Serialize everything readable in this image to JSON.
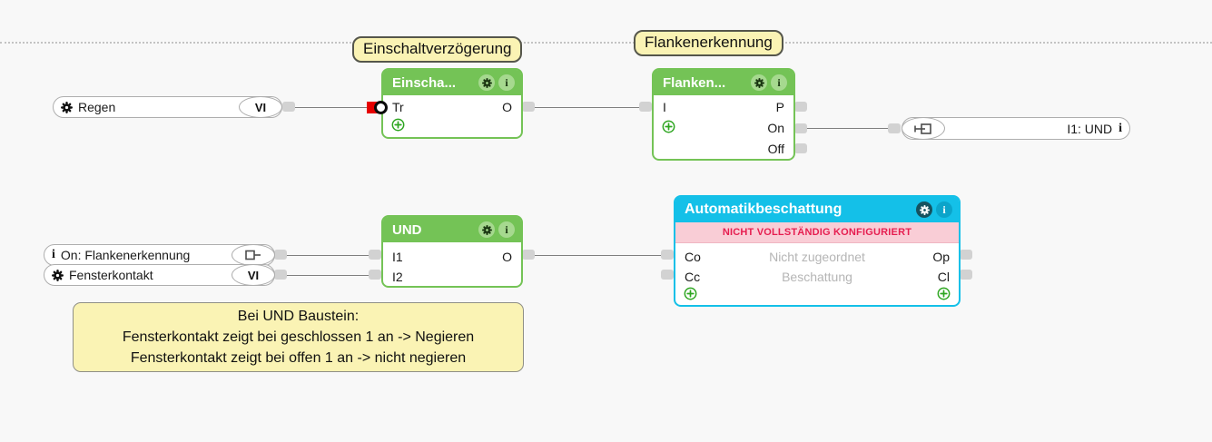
{
  "colors": {
    "canvas_bg": "#f8f8f8",
    "block_green": "#74c356",
    "block_cyan": "#14c0e8",
    "warning_bg": "#f9cdd6",
    "warning_text": "#e61e50",
    "note_yellow": "#faf3b4",
    "wire": "#7f7f7f",
    "stub": "#d2d2d2",
    "negation_red": "#e60000"
  },
  "icons": {
    "info": "i"
  },
  "comment_labels": [
    {
      "text": "Einschaltverzögerung"
    },
    {
      "text": "Flankenerkennung"
    }
  ],
  "note": {
    "lines": [
      "Bei UND Baustein:",
      "Fensterkontakt zeigt bei geschlossen 1 an -> Negieren",
      "Fensterkontakt zeigt bei offen 1 an -> nicht negieren"
    ]
  },
  "inputs": {
    "regen": {
      "label": "Regen",
      "badge": "VI"
    },
    "on_flankenerkennung": {
      "label": "On: Flankenerkennung"
    },
    "fensterkontakt": {
      "label": "Fensterkontakt",
      "badge": "VI"
    }
  },
  "outputs": {
    "i1_und": {
      "label": "I1: UND"
    }
  },
  "blocks": {
    "einschaltverzoegerung": {
      "title": "Einscha...",
      "ports": {
        "in0": "Tr",
        "out0": "O"
      }
    },
    "flankenerkennung": {
      "title": "Flanken...",
      "ports": {
        "in0": "I",
        "out0": "P",
        "out1": "On",
        "out2": "Off"
      }
    },
    "und": {
      "title": "UND",
      "ports": {
        "in0": "I1",
        "in1": "I2",
        "out0": "O"
      }
    },
    "automatikbeschattung": {
      "title": "Automatikbeschattung",
      "warning": "NICHT VOLLSTÄNDIG KONFIGURIERT",
      "ports": {
        "in0": "Co",
        "in1": "Cc",
        "out0": "Op",
        "out1": "Cl"
      },
      "assignments": [
        "Nicht zugeordnet",
        "Beschattung"
      ]
    }
  }
}
